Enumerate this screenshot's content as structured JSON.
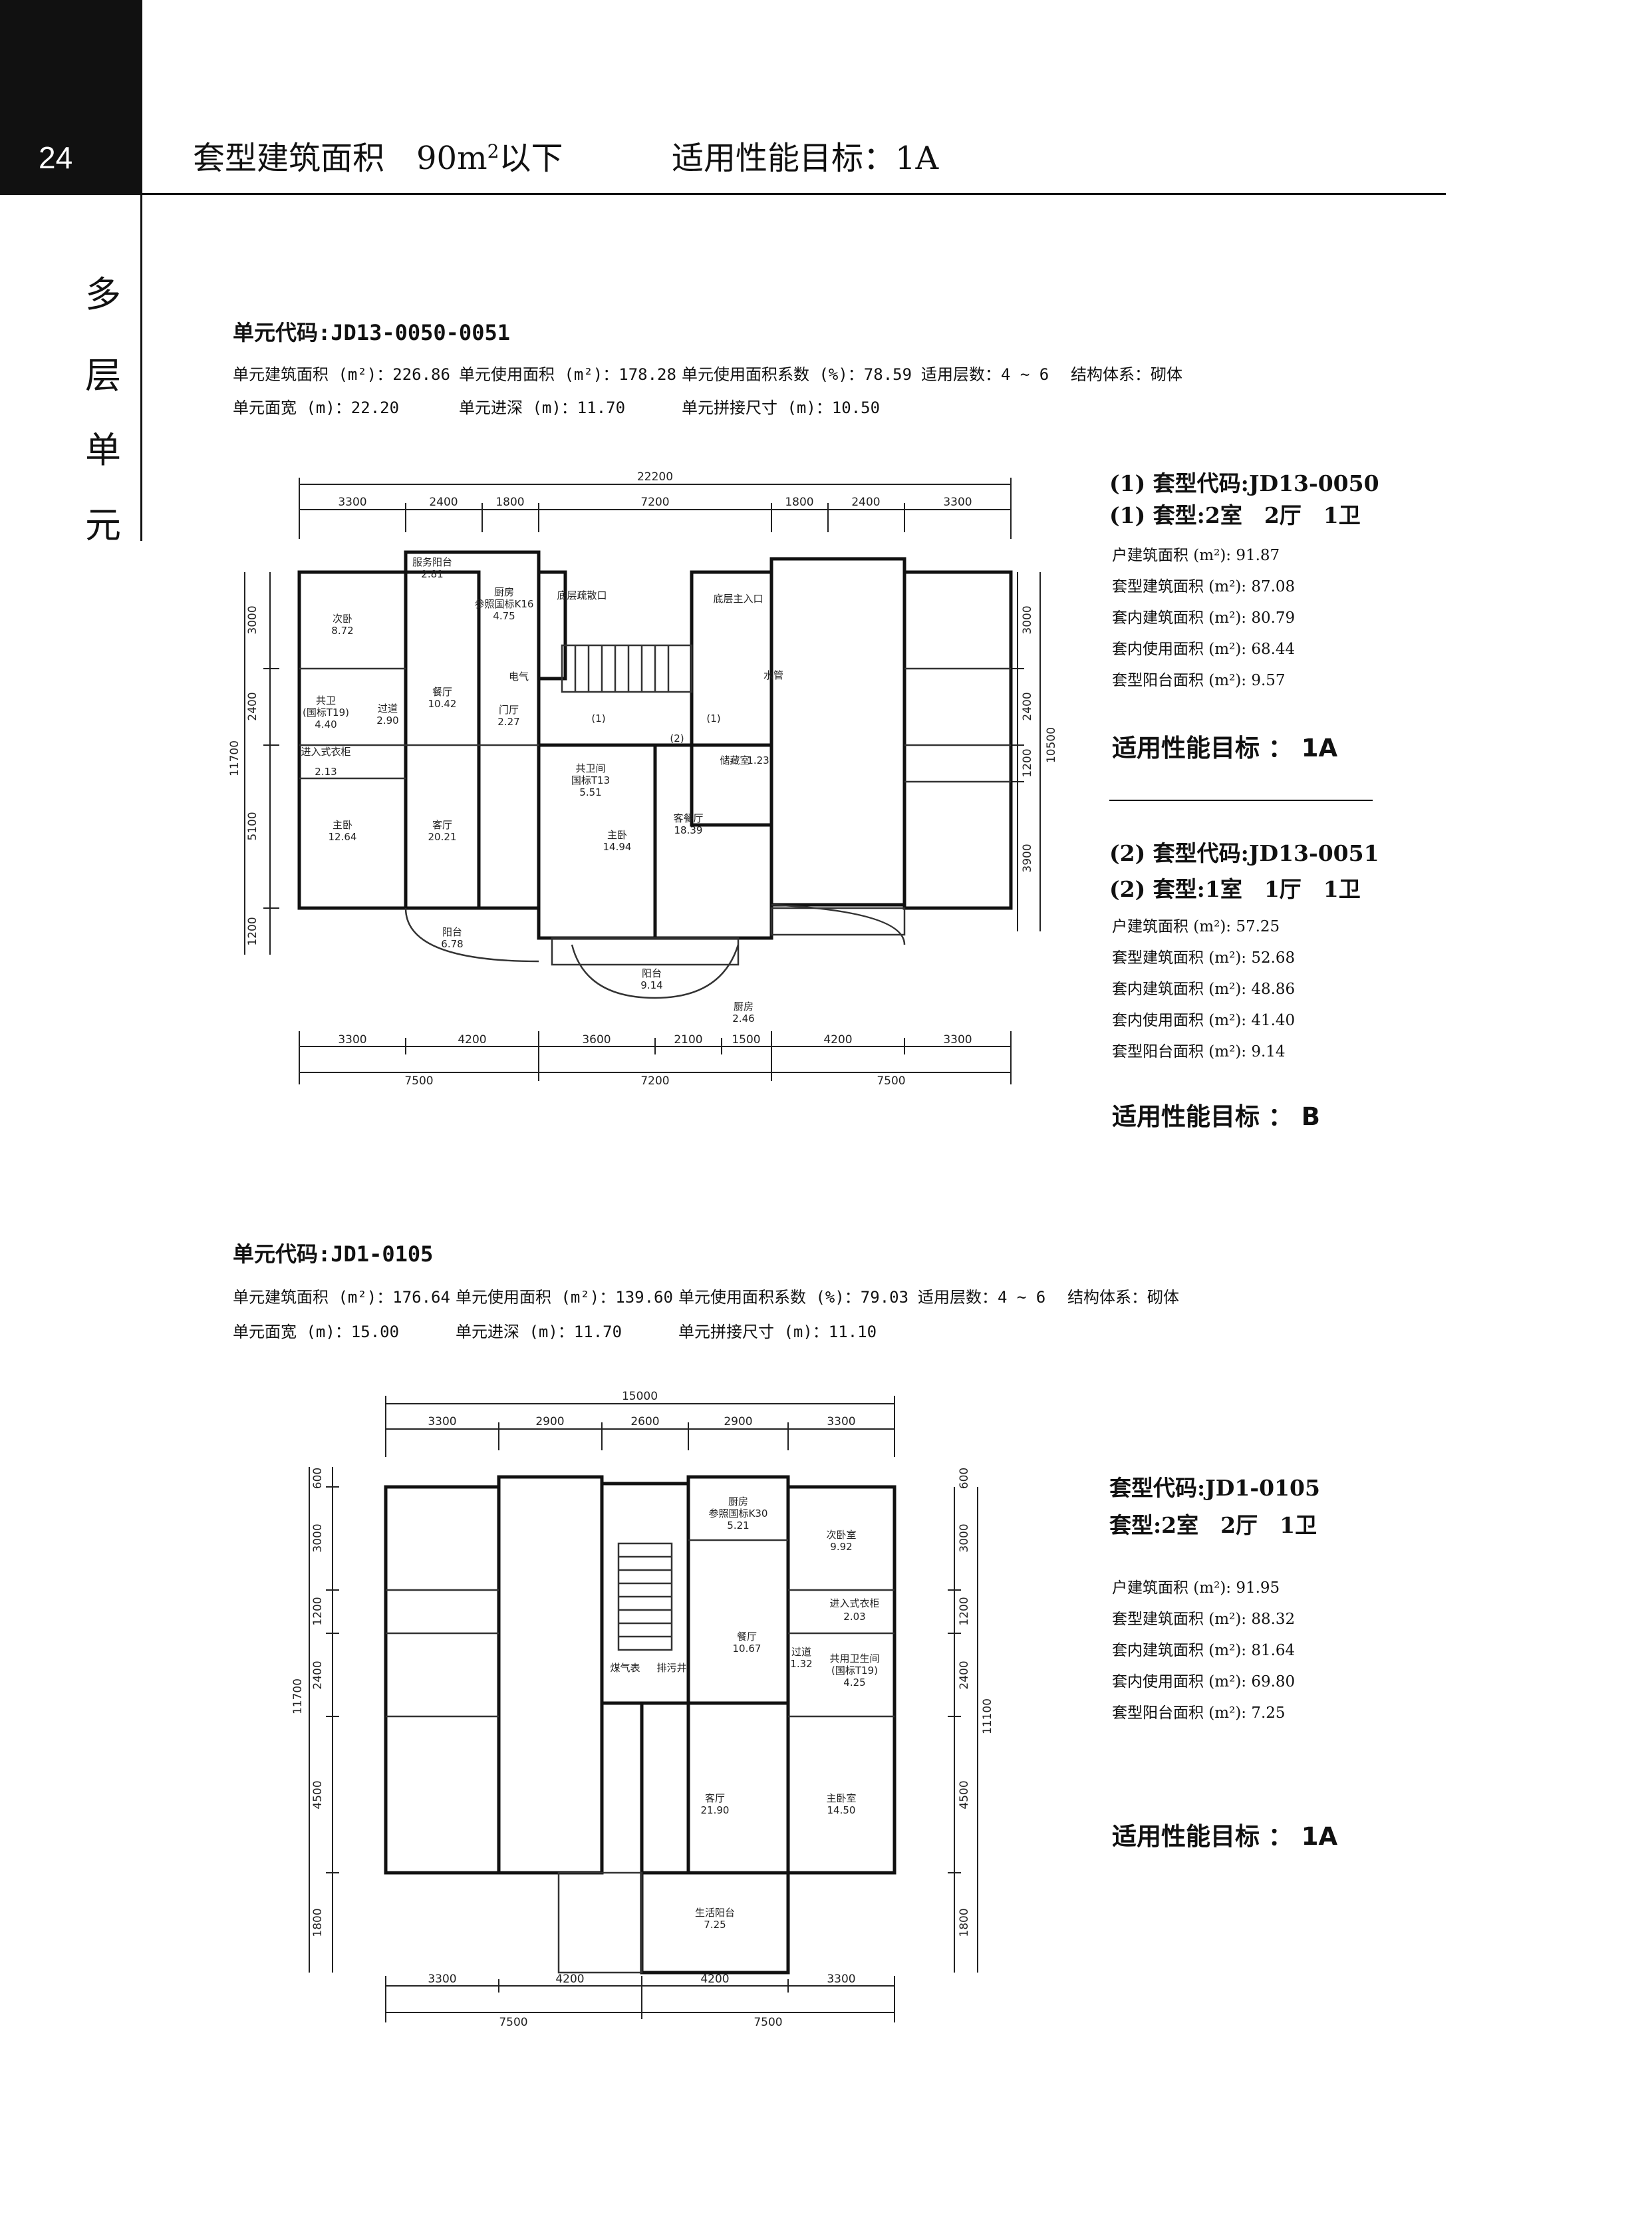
{
  "page": {
    "number": "24",
    "title_prefix": "套型建筑面积　90m",
    "title_sup": "2",
    "title_suffix": "以下",
    "target": "适用性能目标：1A",
    "side_chars": [
      "多",
      "层",
      "单",
      "元"
    ]
  },
  "unit1": {
    "code": "单元代码:JD13-0050-0051",
    "spec_row1": [
      "单元建筑面积 (m²)：226.86",
      "单元使用面积 (m²)：178.28",
      "单元使用面积系数 (%)：78.59",
      "适用层数：4 ~ 6",
      "结构体系：砌体"
    ],
    "spec_row2": [
      "单元面宽 (m)：22.20",
      "单元进深 (m)：11.70",
      "单元拼接尺寸 (m)：10.50"
    ],
    "plan": {
      "overall_width": "22200",
      "top_dims": [
        "3300",
        "2400",
        "1800",
        "7200",
        "1800",
        "2400",
        "3300"
      ],
      "bottom_dims1": [
        "3300",
        "4200",
        "3600",
        "2100",
        "1500",
        "4200",
        "3300"
      ],
      "bottom_dims2": [
        "7500",
        "7200",
        "7500"
      ],
      "left_dims": [
        "3000",
        "2400",
        "5100",
        "1200"
      ],
      "left_total": "11700",
      "right_dims": [
        "3000",
        "2400",
        "1200",
        "3900"
      ],
      "right_total": "10500",
      "rooms": {
        "service_balcony": "服务阳台",
        "service_balcony_area": "2.81",
        "kitchen": "厨房",
        "kitchen_note": "参照国标K16",
        "kitchen_area": "4.75",
        "bedroom2": "次卧",
        "bedroom2_area": "8.72",
        "bath": "共卫",
        "bath_note": "(国标T19)",
        "bath_area": "4.40",
        "corridor": "过道",
        "corridor_area": "2.90",
        "dining": "餐厅",
        "dining_area": "10.42",
        "meter": "电气",
        "foyer": "门厅",
        "foyer_area": "2.27",
        "closet": "进入式衣柜",
        "closet_area": "2.13",
        "master": "主卧",
        "master_area": "12.64",
        "living": "客厅",
        "living_area": "20.21",
        "balcony": "阳台",
        "balcony_area": "6.78",
        "bath2": "共卫间",
        "bath2_note": "国标T13",
        "bath2_area": "5.51",
        "master2": "主卧",
        "master2_area": "14.94",
        "living2": "客餐厅",
        "living2_area": "18.39",
        "storage": "储藏室",
        "storage_area": "1.23",
        "balcony2": "阳台",
        "balcony2_area": "9.14",
        "kitchen2": "厨房",
        "kitchen2_area": "2.46",
        "secondary_entrance": "底层疏散口",
        "main_entrance": "底层主入口",
        "water": "水管",
        "mark1": "(1)",
        "mark2": "(2)",
        "mark3": "(1)"
      }
    }
  },
  "panel1": {
    "code": "(1) 套型代码:JD13-0050",
    "type": "(1) 套型:2室　2厅　1卫",
    "areas": [
      "户建筑面积 (m²): 91.87",
      "套型建筑面积 (m²): 87.08",
      "套内建筑面积 (m²): 80.79",
      "套内使用面积 (m²): 68.44",
      "套型阳台面积 (m²): 9.57"
    ],
    "perf": "适用性能目标 ： 1A"
  },
  "panel2": {
    "code": "(2) 套型代码:JD13-0051",
    "type": "(2) 套型:1室　1厅　1卫",
    "areas": [
      "户建筑面积 (m²): 57.25",
      "套型建筑面积 (m²): 52.68",
      "套内建筑面积 (m²): 48.86",
      "套内使用面积 (m²): 41.40",
      "套型阳台面积 (m²): 9.14"
    ],
    "perf": "适用性能目标 ： B"
  },
  "unit2": {
    "code": "单元代码:JD1-0105",
    "spec_row1": [
      "单元建筑面积 (m²)：176.64",
      "单元使用面积 (m²)：139.60",
      "单元使用面积系数 (%)：79.03",
      "适用层数：4 ~ 6",
      "结构体系：砌体"
    ],
    "spec_row2": [
      "单元面宽 (m)：15.00",
      "单元进深 (m)：11.70",
      "单元拼接尺寸 (m)：11.10"
    ],
    "plan": {
      "overall_width": "15000",
      "top_dims": [
        "3300",
        "2900",
        "2600",
        "2900",
        "3300"
      ],
      "bottom_dims1": [
        "3300",
        "4200",
        "4200",
        "3300"
      ],
      "bottom_dims2": [
        "7500",
        "7500"
      ],
      "left_dims": [
        "600",
        "3000",
        "1200",
        "2400",
        "4500",
        "1800"
      ],
      "left_total": "11700",
      "right_dims": [
        "600",
        "3000",
        "1200",
        "2400",
        "4500",
        "1800"
      ],
      "right_total": "11100",
      "rooms": {
        "kitchen": "厨房",
        "kitchen_note": "参照国标K30",
        "kitchen_area": "5.21",
        "bedroom2": "次卧室",
        "bedroom2_area": "9.92",
        "dining": "餐厅",
        "dining_area": "10.67",
        "closet": "进入式衣柜",
        "closet_area": "2.03",
        "corridor": "过道",
        "corridor_area": "1.32",
        "bath": "共用卫生间",
        "bath_note": "(国标T19)",
        "bath_area": "4.25",
        "living": "客厅",
        "living_area": "21.90",
        "master": "主卧室",
        "master_area": "14.50",
        "balcony": "生活阳台",
        "balcony_area": "7.25",
        "gas": "煤气表",
        "sewer": "排污井"
      }
    }
  },
  "panel3": {
    "code": "套型代码:JD1-0105",
    "type": "套型:2室　2厅　1卫",
    "areas": [
      "户建筑面积 (m²): 91.95",
      "套型建筑面积 (m²): 88.32",
      "套内建筑面积 (m²): 81.64",
      "套内使用面积 (m²): 69.80",
      "套型阳台面积 (m²): 7.25"
    ],
    "perf": "适用性能目标 ： 1A"
  }
}
